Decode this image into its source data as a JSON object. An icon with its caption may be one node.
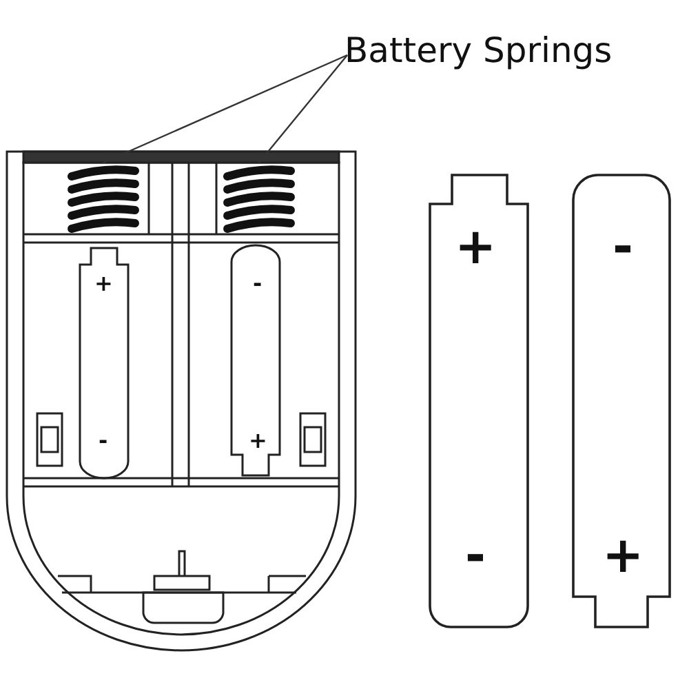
{
  "diagram": {
    "nodes": [
      {
        "text": [
          "Battery Springs"
        ]
      },
      {
        "text": [],
        "shape": "spring"
      },
      {
        "text": [],
        "shape": "spring"
      }
    ],
    "edges": [
      {
        "from": 0,
        "to": 1,
        "arrow": "none"
      },
      {
        "from": 0,
        "to": 2,
        "arrow": "none"
      }
    ],
    "labels": [
      "+",
      "-",
      "+",
      "-",
      "-",
      "+",
      "-",
      "+"
    ]
  }
}
